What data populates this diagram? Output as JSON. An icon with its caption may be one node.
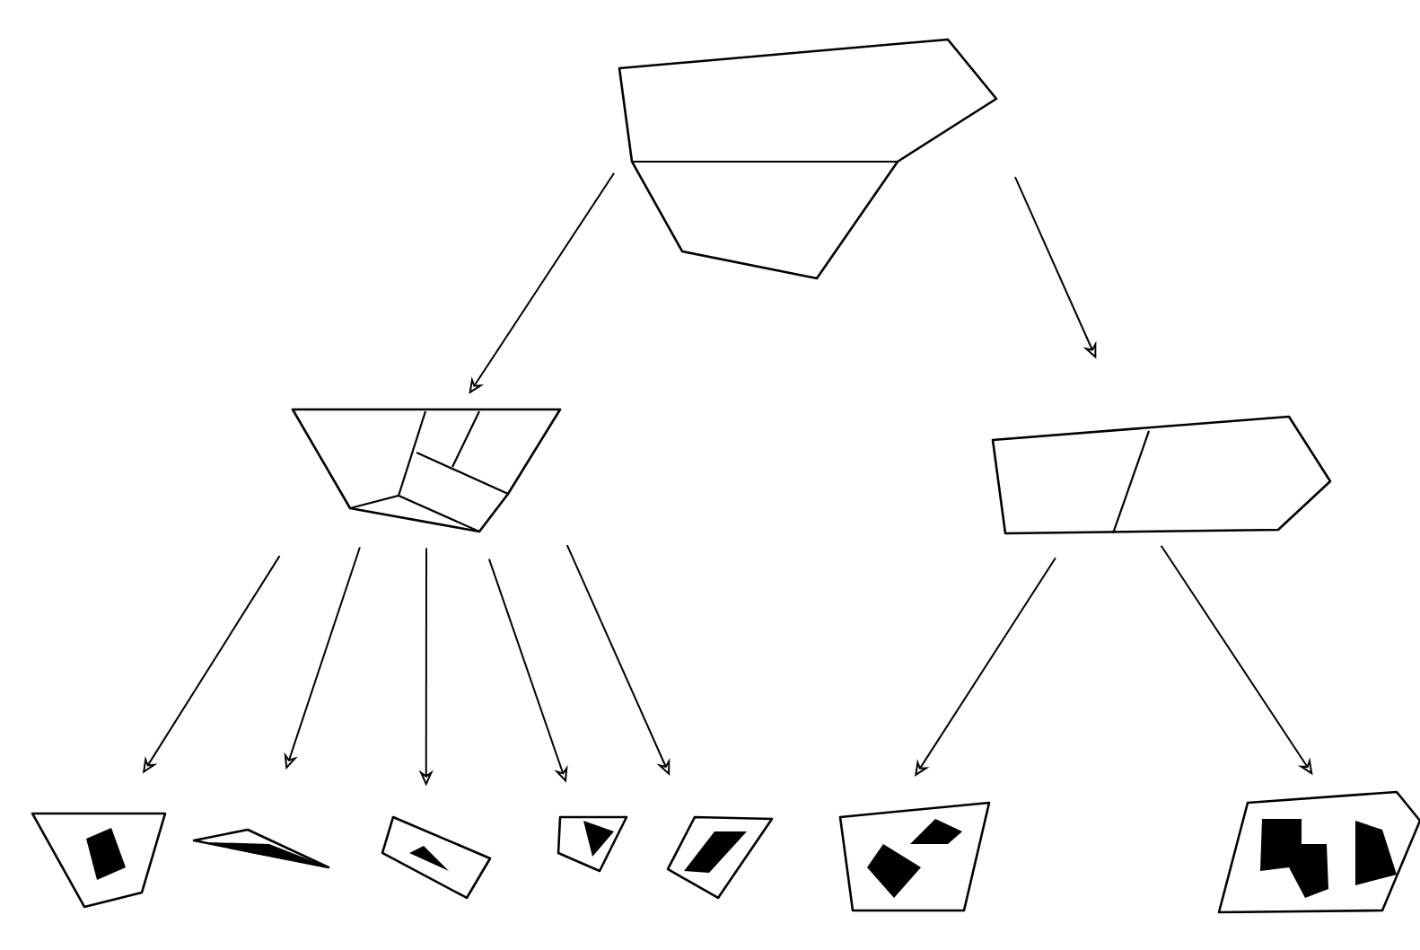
{
  "diagram": {
    "nodes": [
      {
        "text": [],
        "shape": "polygon"
      },
      {
        "text": [],
        "shape": "polygon"
      },
      {
        "text": [],
        "shape": "polygon"
      },
      {
        "text": [],
        "shape": "polygon"
      },
      {
        "text": [],
        "shape": "polygon"
      },
      {
        "text": [],
        "shape": "polygon"
      },
      {
        "text": [],
        "shape": "polygon"
      },
      {
        "text": [],
        "shape": "polygon"
      },
      {
        "text": [],
        "shape": "polygon"
      },
      {
        "text": [],
        "shape": "polygon"
      }
    ],
    "edges": [
      {
        "from": 0,
        "to": 1,
        "arrow": "to"
      },
      {
        "from": 0,
        "to": 2,
        "arrow": "to"
      },
      {
        "from": 1,
        "to": 3,
        "arrow": "to"
      },
      {
        "from": 1,
        "to": 4,
        "arrow": "to"
      },
      {
        "from": 1,
        "to": 5,
        "arrow": "to"
      },
      {
        "from": 1,
        "to": 6,
        "arrow": "to"
      },
      {
        "from": 1,
        "to": 7,
        "arrow": "to"
      },
      {
        "from": 2,
        "to": 8,
        "arrow": "to"
      },
      {
        "from": 2,
        "to": 9,
        "arrow": "to"
      }
    ]
  }
}
